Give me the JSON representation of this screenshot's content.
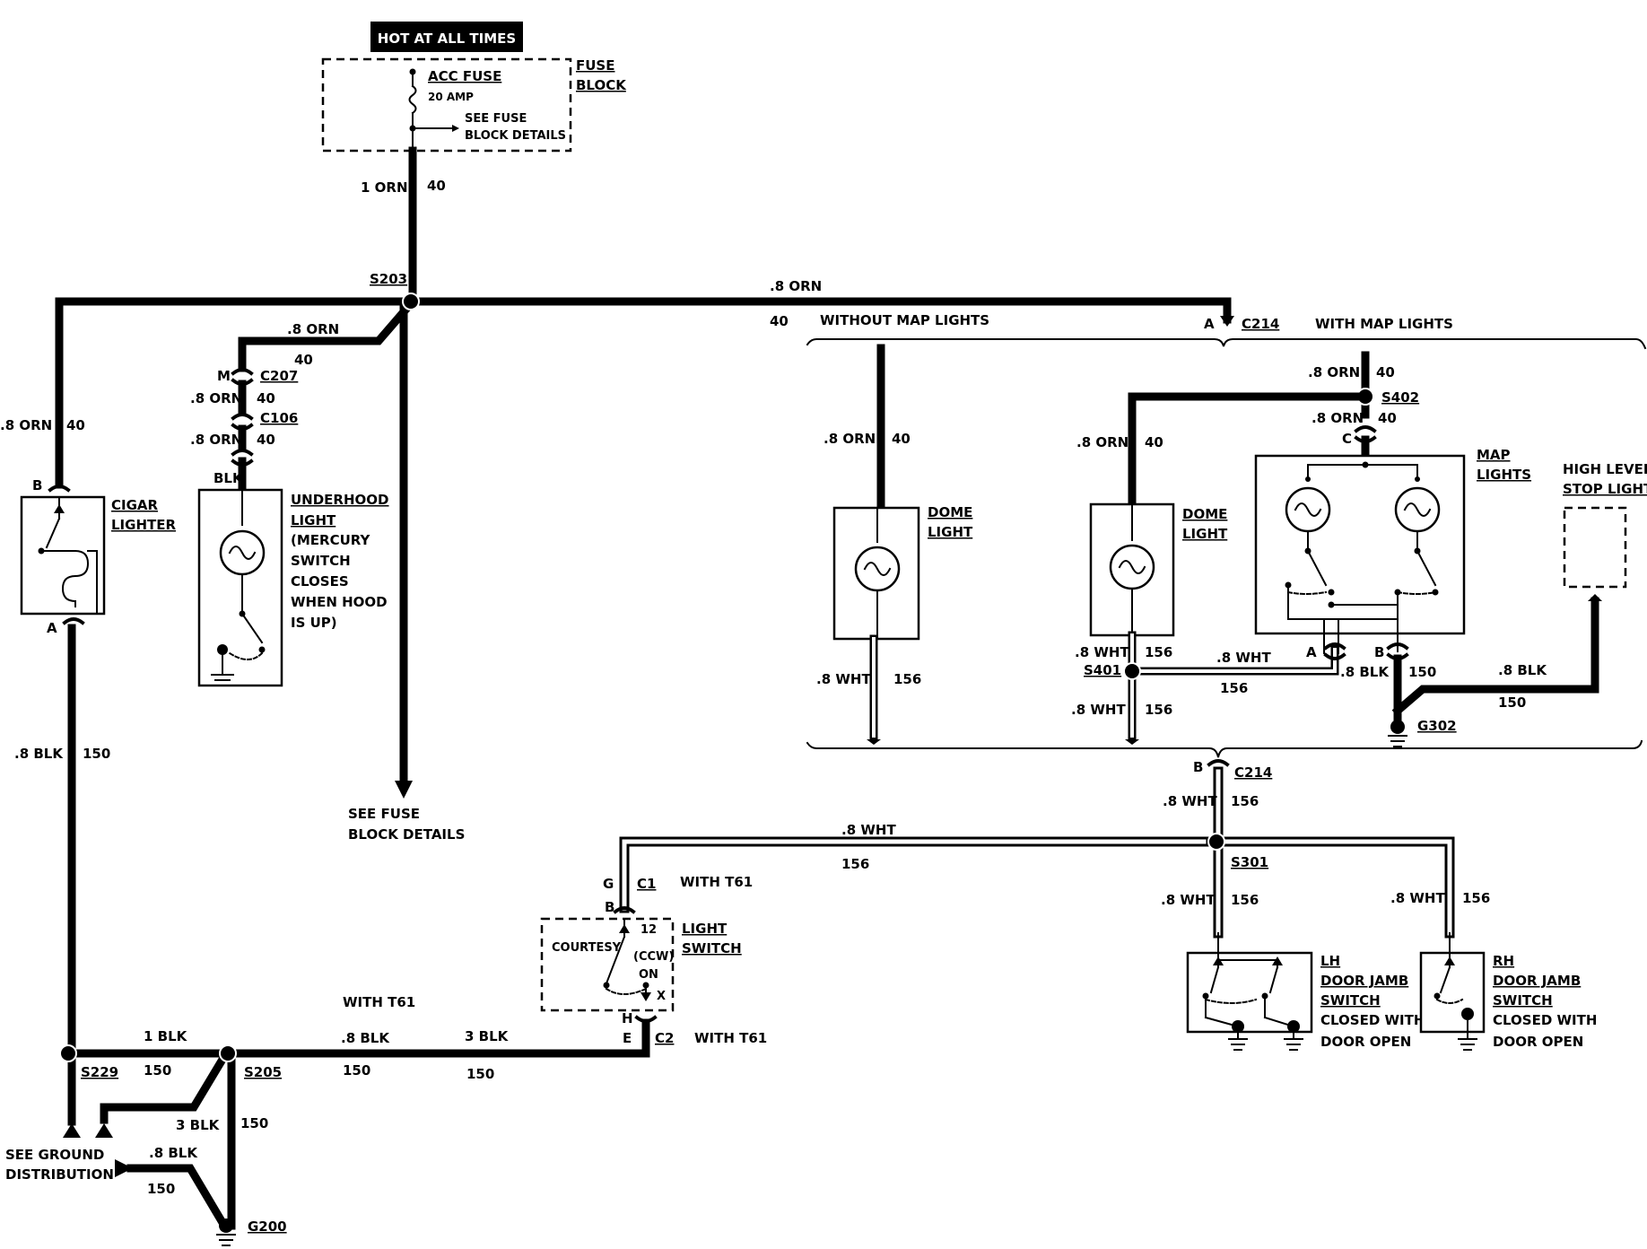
{
  "header": {
    "hot_label": "HOT AT ALL TIMES"
  },
  "fuse_block": {
    "title_line1": "FUSE",
    "title_line2": "BLOCK",
    "fuse_name": "ACC FUSE",
    "fuse_rating": "20 AMP",
    "see_line1": "SEE FUSE",
    "see_line2": "BLOCK DETAILS"
  },
  "wires": {
    "main_feed": {
      "label": "1 ORN",
      "circuit": "40"
    },
    "to_c214": {
      "label": ".8 ORN",
      "circuit": "40"
    },
    "to_c207": {
      "label": ".8 ORN",
      "circuit": "40"
    },
    "c207_c106": {
      "label": ".8 ORN",
      "circuit": "40"
    },
    "c106_light": {
      "label": ".8 ORN",
      "circuit": "40"
    },
    "to_cigar": {
      "label": ".8 ORN",
      "circuit": "40"
    },
    "cigar_ground": {
      "label": ".8 BLK",
      "circuit": "150"
    },
    "underhood_blk": {
      "label": "BLK"
    },
    "dome1_feed": {
      "label": ".8 ORN",
      "circuit": "40"
    },
    "dome1_out": {
      "label": ".8 WHT",
      "circuit": "156"
    },
    "map_feed": {
      "label": ".8 ORN",
      "circuit": "40"
    },
    "s402_c": {
      "label": ".8 ORN",
      "circuit": "40"
    },
    "dome2_feed": {
      "label": ".8 ORN",
      "circuit": "40"
    },
    "dome2_out": {
      "label": ".8 WHT",
      "circuit": "156"
    },
    "s401_a": {
      "label": ".8 WHT",
      "circuit": "156"
    },
    "s401_down": {
      "label": ".8 WHT",
      "circuit": "156"
    },
    "map_ground": {
      "label": ".8 BLK",
      "circuit": "150"
    },
    "stop_ground": {
      "label": ".8 BLK",
      "circuit": "150"
    },
    "c214b_down": {
      "label": ".8 WHT",
      "circuit": "156"
    },
    "s301_left": {
      "label": ".8 WHT",
      "circuit": "156"
    },
    "s301_lh": {
      "label": ".8 WHT",
      "circuit": "156"
    },
    "s301_rh": {
      "label": ".8 WHT",
      "circuit": "156"
    },
    "s229_s205": {
      "label": "1 BLK",
      "circuit": "150"
    },
    "s205_c2_a": {
      "label": ".8 BLK",
      "circuit": "150"
    },
    "s205_c2_b": {
      "label": "3 BLK",
      "circuit": "150"
    },
    "s205_down": {
      "label": "3 BLK",
      "circuit": "150"
    },
    "g200_feed": {
      "label": ".8 BLK",
      "circuit": "150"
    }
  },
  "splices": {
    "s203": "S203",
    "s229": "S229",
    "s205": "S205",
    "s301": "S301",
    "s401": "S401",
    "s402": "S402"
  },
  "grounds": {
    "g200": "G200",
    "g302": "G302"
  },
  "connectors": {
    "c214": "C214",
    "c207": "C207",
    "c106": "C106",
    "c1": "C1",
    "c2": "C2",
    "pin_a": "A",
    "pin_b": "B",
    "pin_c": "C",
    "pin_m": "M",
    "pin_g": "G",
    "pin_h": "H",
    "pin_e": "E"
  },
  "options": {
    "without_map": "WITHOUT MAP LIGHTS",
    "with_map": "WITH MAP LIGHTS",
    "with_t61": "WITH T61"
  },
  "components": {
    "cigar": {
      "line1": "CIGAR",
      "line2": "LIGHTER",
      "pin_top": "B",
      "pin_bottom": "A"
    },
    "underhood": {
      "line1": "UNDERHOOD",
      "line2": "LIGHT",
      "line3": "(MERCURY",
      "line4": "SWITCH",
      "line5": "CLOSES",
      "line6": "WHEN HOOD",
      "line7": "IS UP)"
    },
    "dome1": {
      "line1": "DOME",
      "line2": "LIGHT"
    },
    "dome2": {
      "line1": "DOME",
      "line2": "LIGHT"
    },
    "map": {
      "line1": "MAP",
      "line2": "LIGHTS"
    },
    "stop": {
      "line1": "HIGH LEVEL",
      "line2": "STOP LIGHT"
    },
    "light_switch": {
      "line1": "LIGHT",
      "line2": "SWITCH",
      "courtesy": "COURTESY",
      "pin12": "12",
      "ccw": "(CCW)",
      "on": "ON",
      "x": "X"
    },
    "lh_jamb": {
      "line1": "LH",
      "line2": "DOOR JAMB",
      "line3": "SWITCH",
      "line4": "CLOSED WITH",
      "line5": "DOOR OPEN"
    },
    "rh_jamb": {
      "line1": "RH",
      "line2": "DOOR JAMB",
      "line3": "SWITCH",
      "line4": "CLOSED WITH",
      "line5": "DOOR OPEN"
    }
  },
  "notes": {
    "see_fuse1": "SEE FUSE",
    "see_fuse2": "BLOCK DETAILS",
    "see_ground1": "SEE GROUND",
    "see_ground2": "DISTRIBUTION"
  }
}
